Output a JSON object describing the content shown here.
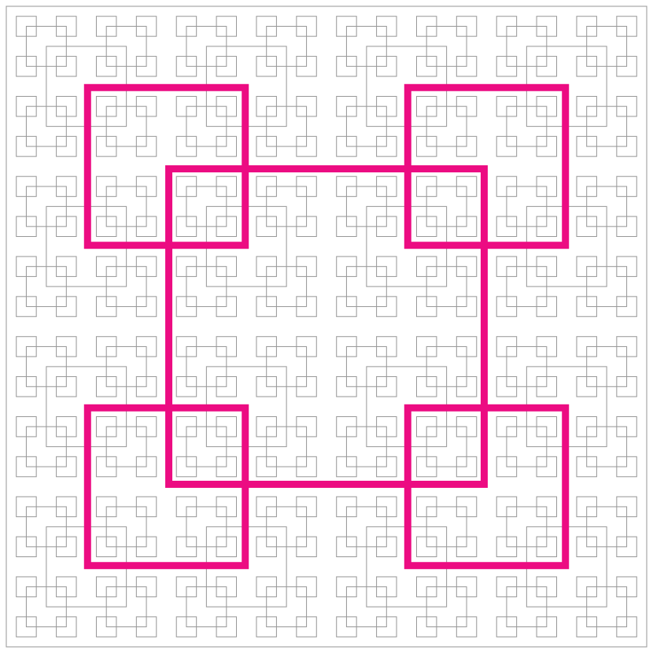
{
  "figure": {
    "background": "#ffffff",
    "pattern": {
      "name": "t-square-fractal-outline",
      "stroke": "#9a9a9a",
      "recursion_levels": 5
    },
    "highlight": {
      "stroke": "#ec0c82",
      "square_count": 5
    }
  }
}
